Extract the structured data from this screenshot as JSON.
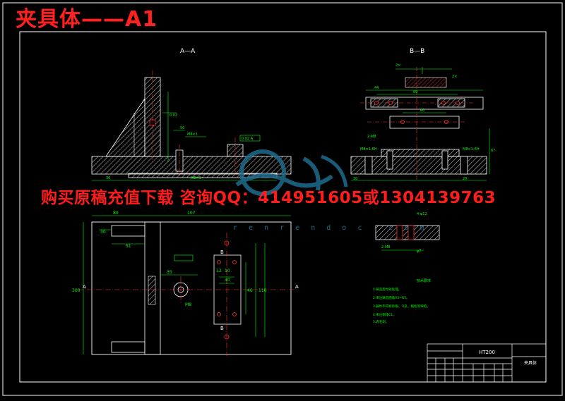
{
  "title": "夹具体——A1",
  "watermark": {
    "promo_text": "购买原稿充值下载 咨询QQ：414951605或1304139763",
    "site_url": "r e n r e n d o c . c o m"
  },
  "colors": {
    "background": "#000000",
    "frame": "#ffffff",
    "geometry": "#ffffff",
    "hatch": "#ffffff",
    "dimension": "#00ff00",
    "centerline": "#ff3030",
    "title_red": "#ff2020",
    "annotation_cyan": "#00ffff"
  },
  "views": {
    "section_aa_label": "A—A",
    "section_bb_label": "B—B"
  },
  "plan_view": {
    "dim_top_left": "80",
    "dim_top_right": "107",
    "dim_height": "300",
    "dim_30": "30",
    "dim_51": "51",
    "dim_35": "35",
    "dim_40": "40",
    "dim_10": "10",
    "dim_12": "12",
    "dim_46": "46",
    "dim_116": "116",
    "hole_label": "M8",
    "cut_a_left": "A",
    "cut_a_right": "A",
    "cut_b_top": "B",
    "cut_b_bottom": "B"
  },
  "notes": {
    "heading": "技术要求",
    "items": [
      "1.铸造后时效处理。",
      "2.未注铸造圆角R3~R5。",
      "3.铸件不得有砂眼、气孔、缩松等缺陷。",
      "4.未注倒角C1。",
      "5.去毛刺。"
    ]
  },
  "title_block": {
    "material": "HT200",
    "part_name": "夹具体"
  }
}
